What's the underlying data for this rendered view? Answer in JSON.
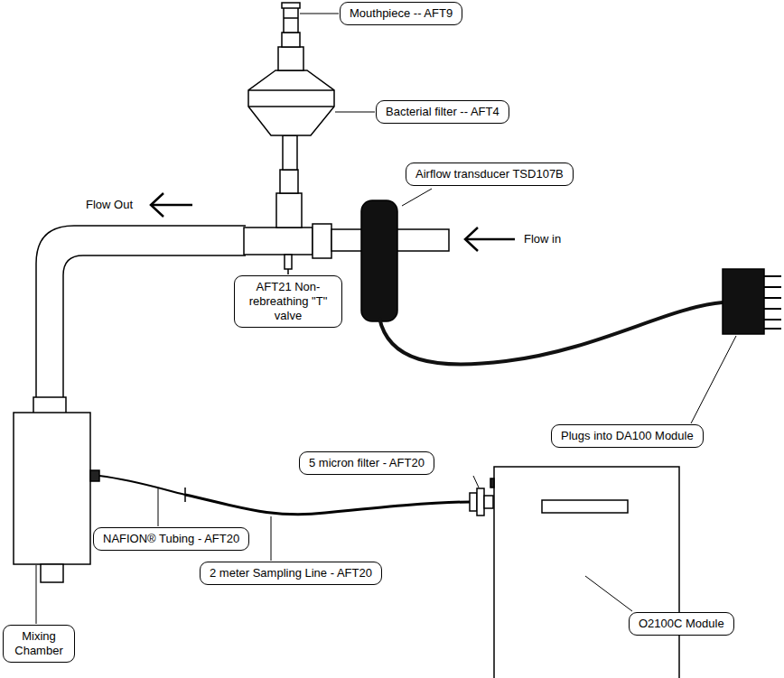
{
  "diagram": {
    "nodes": [
      {
        "text": [
          "Mouthpiece -- AFT9"
        ]
      },
      {
        "text": [
          "Bacterial filter -- AFT4"
        ]
      },
      {
        "text": [
          "Airflow transducer TSD107B"
        ]
      },
      {
        "text": [
          "AFT21 Non-rebreathing \"T\" valve"
        ]
      },
      {
        "text": [
          "Plugs into DA100 Module"
        ]
      },
      {
        "text": [
          "5 micron filter - AFT20"
        ]
      },
      {
        "text": [
          "NAFION® Tubing - AFT20"
        ]
      },
      {
        "text": [
          "2 meter Sampling Line - AFT20"
        ]
      },
      {
        "text": [
          "Mixing Chamber"
        ]
      },
      {
        "text": [
          "O2100C Module"
        ]
      }
    ],
    "labels": [
      "Flow Out",
      "Flow in"
    ]
  }
}
